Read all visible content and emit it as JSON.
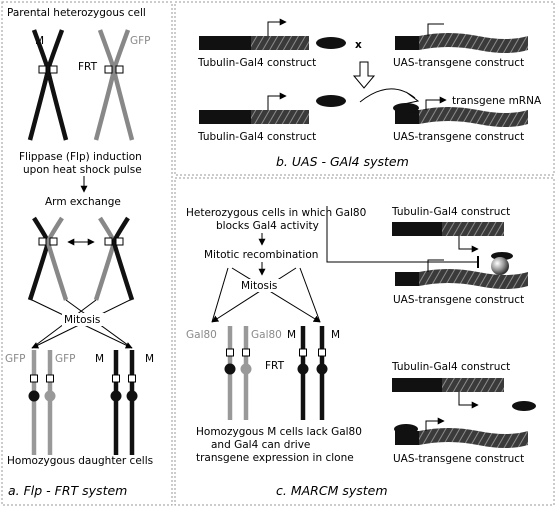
{
  "panel_a": {
    "title": "Parental heterozygous cell",
    "label_m": "M",
    "label_gfp": "GFP",
    "label_frt": "FRT",
    "flp_line1": "Flippase (Flp) induction",
    "flp_line2": "upon heat shock pulse",
    "arm_exchange": "Arm exchange",
    "mitosis": "Mitosis",
    "gfp_left": "GFP",
    "gfp_right": "GFP",
    "m_left": "M",
    "m_right": "M",
    "daughters": "Homozygous daughter cells",
    "caption": "a.  Flp - FRT system"
  },
  "panel_b": {
    "tubulin1": "Tubulin-Gal4 construct",
    "tubulin2": "Tubulin-Gal4 construct",
    "cross": "x",
    "uas1": "UAS-transgene construct",
    "uas2": "UAS-transgene construct",
    "mrna": "transgene mRNA",
    "caption": "b.  UAS - GAl4 system"
  },
  "panel_c": {
    "hetero_line1": "Heterozygous cells in which Gal80",
    "hetero_line2": "blocks Gal4 activity",
    "mitotic": "Mitotic recombination",
    "mitosis": "Mitosis",
    "gal80_left": "Gal80",
    "gal80_right": "Gal80",
    "m_left": "M",
    "m_right": "M",
    "frt": "FRT",
    "homo_line1": "Homozygous M cells lack Gal80",
    "homo_line2": "and Gal4 can drive",
    "homo_line3": "transgene expression in clone",
    "tubulin1": "Tubulin-Gal4 construct",
    "uas1": "UAS-transgene construct",
    "tubulin2": "Tubulin-Gal4 construct",
    "uas2": "UAS-transgene construct",
    "caption": "c.  MARCM system"
  }
}
